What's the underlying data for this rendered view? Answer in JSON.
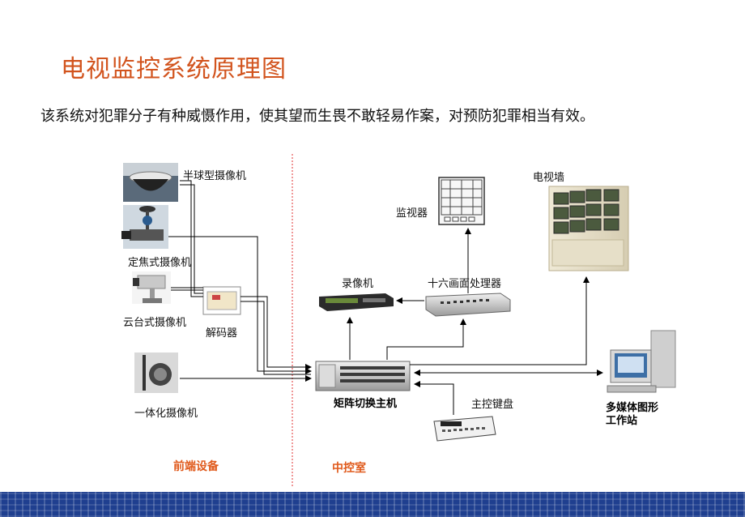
{
  "title": "电视监控系统原理图",
  "subtitle": "该系统对犯罪分子有种威慑作用，使其望而生畏不敢轻易作案，对预防犯罪相当有效。",
  "labels": {
    "dome_camera": "半球型摄像机",
    "fixed_camera": "定焦式摄像机",
    "ptz_camera": "云台式摄像机",
    "decoder": "解码器",
    "integrated_camera": "一体化摄像机",
    "monitor": "监视器",
    "recorder": "录像机",
    "multiplexer": "十六画面处理器",
    "video_wall": "电视墙",
    "matrix_switcher": "矩阵切换主机",
    "keyboard": "主控键盘",
    "workstation": "多媒体图形\n工作站"
  },
  "zones": {
    "front_end": "前端设备",
    "control_room": "中控室"
  },
  "colors": {
    "title": "#d2541e",
    "zone_label": "#e05a1c",
    "divider": "#e03030",
    "bottom_bar": "#1f3f8f"
  }
}
